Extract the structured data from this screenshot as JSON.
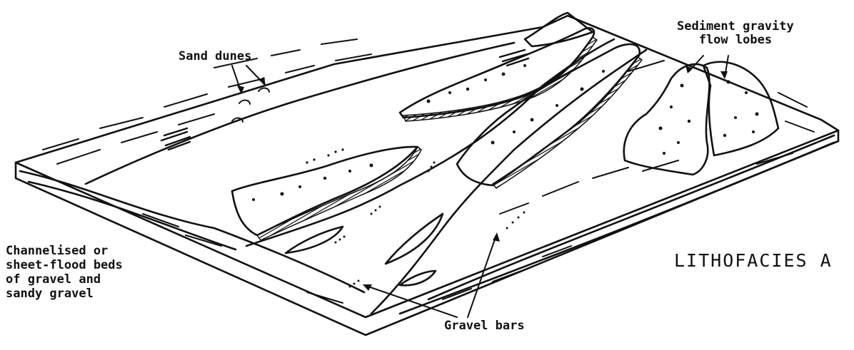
{
  "diagram": {
    "title": "LITHOFACIES A",
    "labels": {
      "sand_dunes": "Sand dunes",
      "sediment_gravity_line1": "Sediment gravity",
      "sediment_gravity_line2": "flow lobes",
      "channelised_line1": "Channelised or",
      "channelised_line2": "sheet-flood beds",
      "channelised_line3": "of gravel and",
      "channelised_line4": "sandy gravel",
      "gravel_bars": "Gravel bars"
    },
    "colors": {
      "ink": "#111111",
      "background": "#ffffff"
    }
  }
}
